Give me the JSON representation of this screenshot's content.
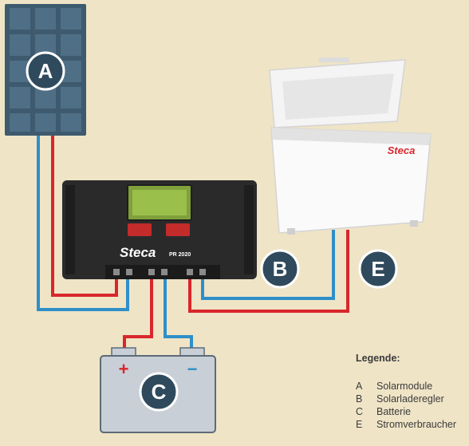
{
  "diagram": {
    "nodes": {
      "solar": {
        "badge": "A"
      },
      "controller": {
        "badge": "B",
        "brand": "Steca",
        "model": "PR 2020"
      },
      "battery": {
        "badge": "C",
        "plus": "+",
        "minus": "−"
      },
      "consumer": {
        "badge": "E",
        "brand": "Steca"
      }
    }
  },
  "legend": {
    "title": "Legende:",
    "items": [
      {
        "key": "A",
        "label": "Solarmodule"
      },
      {
        "key": "B",
        "label": "Solarladeregler"
      },
      {
        "key": "C",
        "label": "Batterie"
      },
      {
        "key": "E",
        "label": "Stromverbraucher"
      }
    ]
  },
  "colors": {
    "background": "#efe4c6",
    "positive_wire": "#d9262c",
    "negative_wire": "#2e8fc9",
    "badge": "#2f4a5c",
    "panel": "#3d5a6e"
  }
}
